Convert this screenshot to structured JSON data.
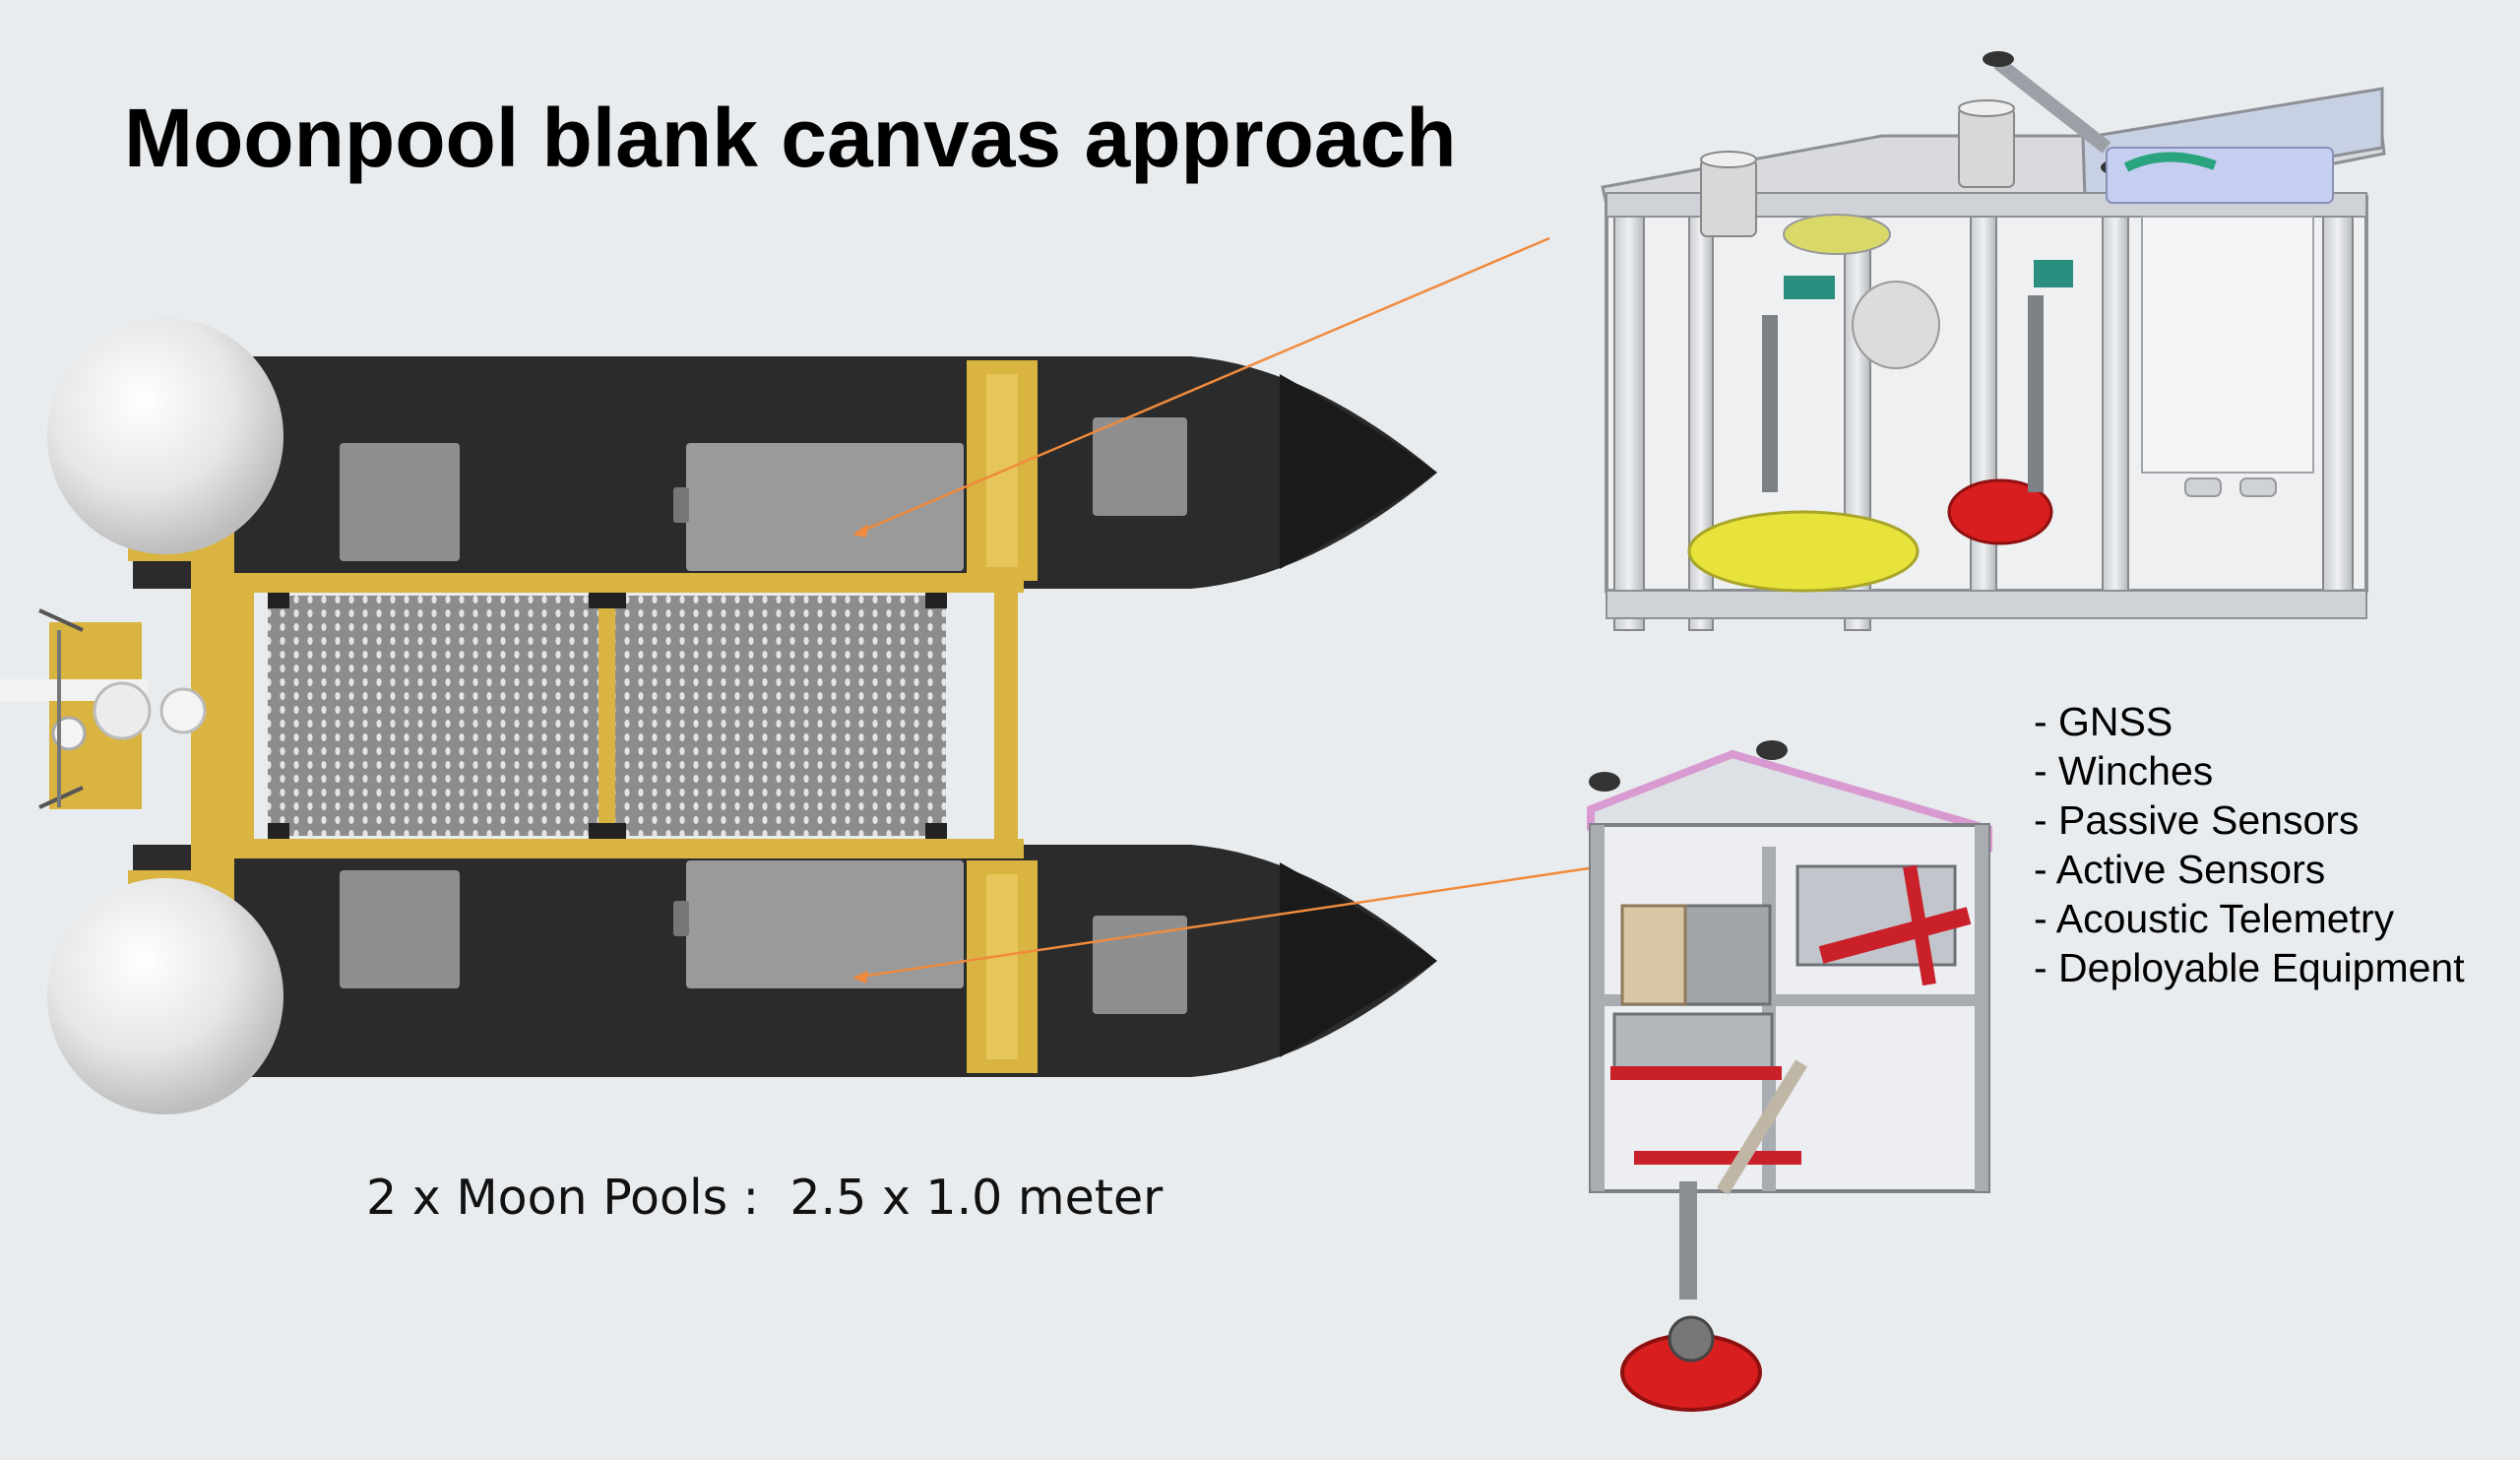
{
  "title": "Moonpool blank canvas approach",
  "caption": "2 x Moon Pools :  2.5 x 1.0 meter",
  "payload_list": [
    "- GNSS",
    "- Winches",
    "- Passive Sensors",
    "- Active Sensors",
    "- Acoustic Telemetry",
    "- Deployable Equipment"
  ],
  "colors": {
    "background": "#e9ecef",
    "hull": "#2b2b2b",
    "frame": "#d9b441",
    "pointer_line": "#f08a3c",
    "moonpool_cover": "#9a9a9a",
    "accent_red": "#d81e1e",
    "accent_yellow": "#e8e33a",
    "accent_pink": "#d89ad0"
  }
}
